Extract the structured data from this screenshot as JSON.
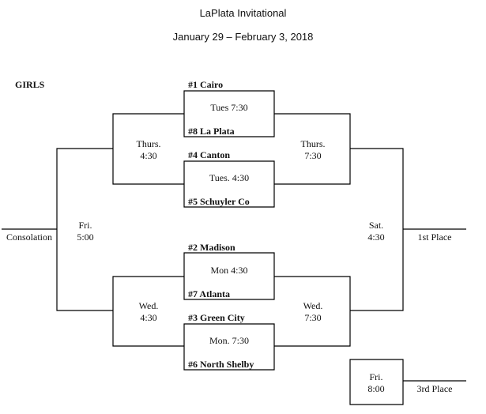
{
  "header": {
    "title": "LaPlata Invitational",
    "dates": "January 29 – February 3, 2018"
  },
  "division": "GIRLS",
  "teams": {
    "cairo": "#1 Cairo",
    "la_plata": "#8  La Plata",
    "canton": "#4  Canton",
    "schuyler": "#5  Schuyler Co",
    "madison": "#2  Madison",
    "atlanta": "#7 Atlanta",
    "green_city": "#3 Green City",
    "north_shelby": "#6 North Shelby"
  },
  "games": {
    "g1": "Tues 7:30",
    "g2": "Tues. 4:30",
    "g3": "Mon 4:30",
    "g4": "Mon. 7:30",
    "semi_top_left_day": "Thurs.",
    "semi_top_left_time": "4:30",
    "semi_top_right_day": "Thurs.",
    "semi_top_right_time": "7:30",
    "semi_bot_left_day": "Wed.",
    "semi_bot_left_time": "4:30",
    "semi_bot_right_day": "Wed.",
    "semi_bot_right_time": "7:30",
    "consolation_day": "Fri.",
    "consolation_time": "5:00",
    "final_day": "Sat.",
    "final_time": "4:30",
    "third_day": "Fri.",
    "third_time": "8:00"
  },
  "results": {
    "consolation": "Consolation",
    "first_place": "1st Place",
    "third_place": "3rd Place"
  }
}
